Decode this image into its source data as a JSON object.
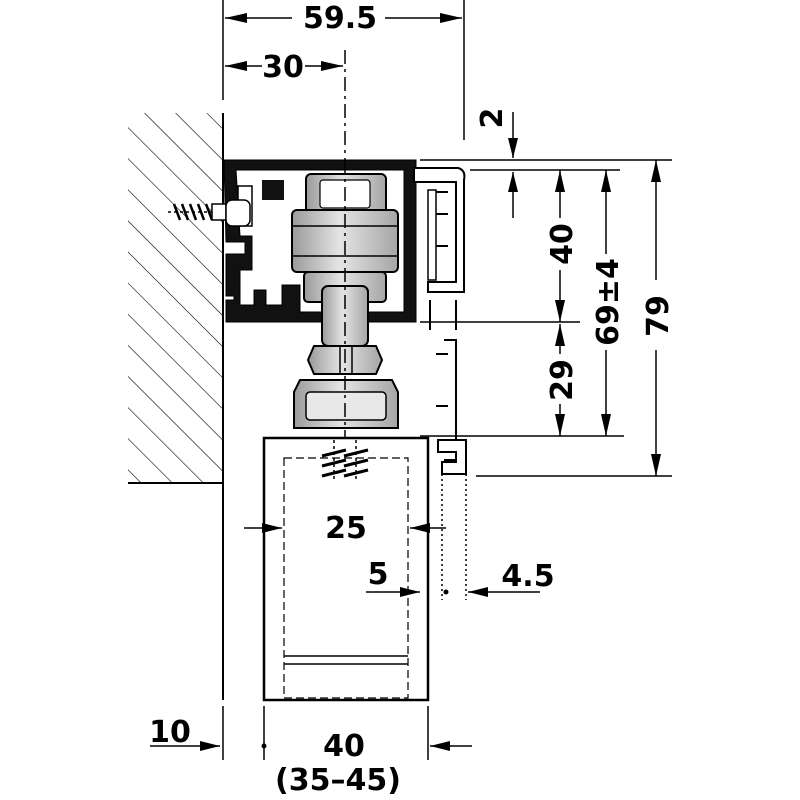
{
  "dimensions": {
    "total_width": "59.5",
    "center_offset": "30",
    "gap_top": "2",
    "track_height": "40",
    "adjust_height": "69±4",
    "overall_height": "79",
    "lower_height": "29",
    "door_inner": "25",
    "clearance": "5",
    "profile_thickness": "4.5",
    "wall_gap": "10",
    "door_thickness": "40",
    "door_range": "(35–45)"
  },
  "colors": {
    "line": "#000000",
    "metal": "#c9c9c9",
    "metal_dark": "#8a8a8a",
    "door_fill": "#f2f2f2"
  }
}
